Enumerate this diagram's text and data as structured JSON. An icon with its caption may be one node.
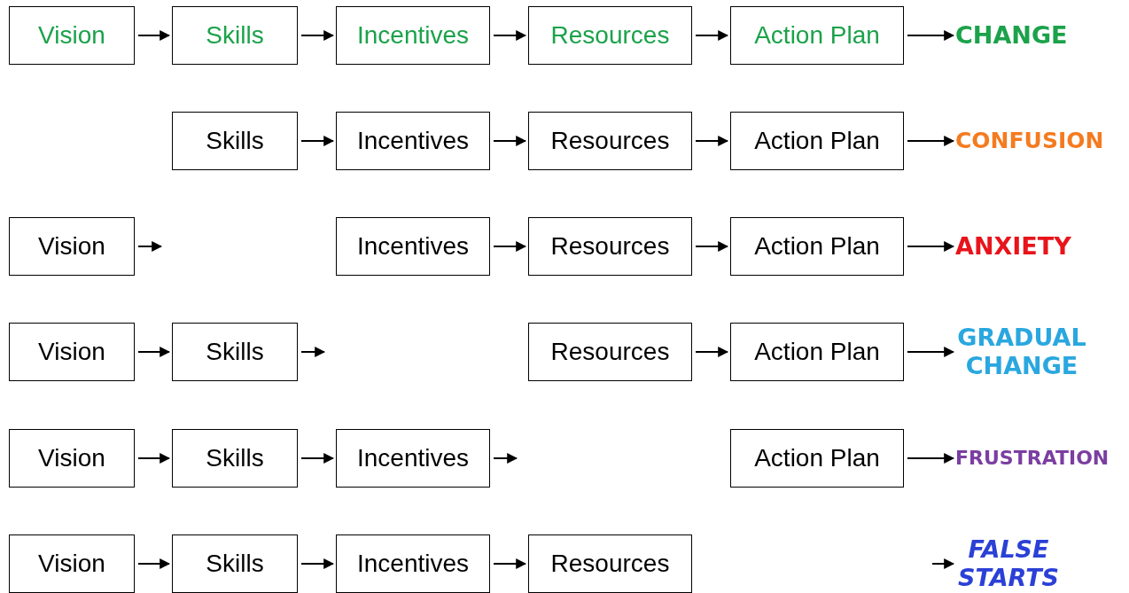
{
  "diagram": {
    "nodes": [
      {
        "text": [
          "Vision"
        ]
      },
      {
        "text": [
          "Skills"
        ]
      },
      {
        "text": [
          "Incentives"
        ]
      },
      {
        "text": [
          "Resources"
        ]
      },
      {
        "text": [
          "Action Plan"
        ]
      },
      {
        "text": [
          "CHANGE"
        ]
      },
      {
        "text": [
          "Skills"
        ]
      },
      {
        "text": [
          "Incentives"
        ]
      },
      {
        "text": [
          "Resources"
        ]
      },
      {
        "text": [
          "Action Plan"
        ]
      },
      {
        "text": [
          "CONFUSION"
        ]
      },
      {
        "text": [
          "Vision"
        ]
      },
      {
        "text": [
          "Incentives"
        ]
      },
      {
        "text": [
          "Resources"
        ]
      },
      {
        "text": [
          "Action Plan"
        ]
      },
      {
        "text": [
          "ANXIETY"
        ]
      },
      {
        "text": [
          "Vision"
        ]
      },
      {
        "text": [
          "Skills"
        ]
      },
      {
        "text": [
          "Resources"
        ]
      },
      {
        "text": [
          "Action Plan"
        ]
      },
      {
        "text": [
          "GRADUAL CHANGE"
        ]
      },
      {
        "text": [
          "Vision"
        ]
      },
      {
        "text": [
          "Skills"
        ]
      },
      {
        "text": [
          "Incentives"
        ]
      },
      {
        "text": [
          "Action Plan"
        ]
      },
      {
        "text": [
          "FRUSTRATION"
        ]
      },
      {
        "text": [
          "Vision"
        ]
      },
      {
        "text": [
          "Skills"
        ]
      },
      {
        "text": [
          "Incentives"
        ]
      },
      {
        "text": [
          "Resources"
        ]
      },
      {
        "text": [
          "FALSE STARTS"
        ]
      }
    ],
    "edges": [
      {
        "from": 0,
        "to": 1,
        "arrow": "to"
      },
      {
        "from": 1,
        "to": 2,
        "arrow": "to"
      },
      {
        "from": 2,
        "to": 3,
        "arrow": "to"
      },
      {
        "from": 3,
        "to": 4,
        "arrow": "to"
      },
      {
        "from": 4,
        "to": 5,
        "arrow": "to"
      },
      {
        "from": 6,
        "to": 7,
        "arrow": "to"
      },
      {
        "from": 7,
        "to": 8,
        "arrow": "to"
      },
      {
        "from": 8,
        "to": 9,
        "arrow": "to"
      },
      {
        "from": 9,
        "to": 10,
        "arrow": "to"
      },
      {
        "from": 11,
        "to": null,
        "arrow": "to"
      },
      {
        "from": 12,
        "to": 13,
        "arrow": "to"
      },
      {
        "from": 13,
        "to": 14,
        "arrow": "to"
      },
      {
        "from": 14,
        "to": 15,
        "arrow": "to"
      },
      {
        "from": 16,
        "to": 17,
        "arrow": "to"
      },
      {
        "from": 17,
        "to": null,
        "arrow": "to"
      },
      {
        "from": 18,
        "to": 19,
        "arrow": "to"
      },
      {
        "from": 19,
        "to": 20,
        "arrow": "to"
      },
      {
        "from": 21,
        "to": 22,
        "arrow": "to"
      },
      {
        "from": 22,
        "to": 23,
        "arrow": "to"
      },
      {
        "from": 23,
        "to": null,
        "arrow": "to"
      },
      {
        "from": 24,
        "to": 25,
        "arrow": "to"
      },
      {
        "from": 26,
        "to": 27,
        "arrow": "to"
      },
      {
        "from": 27,
        "to": 28,
        "arrow": "to"
      },
      {
        "from": 28,
        "to": 29,
        "arrow": "to"
      },
      {
        "from": null,
        "to": 30,
        "arrow": "to"
      }
    ]
  }
}
